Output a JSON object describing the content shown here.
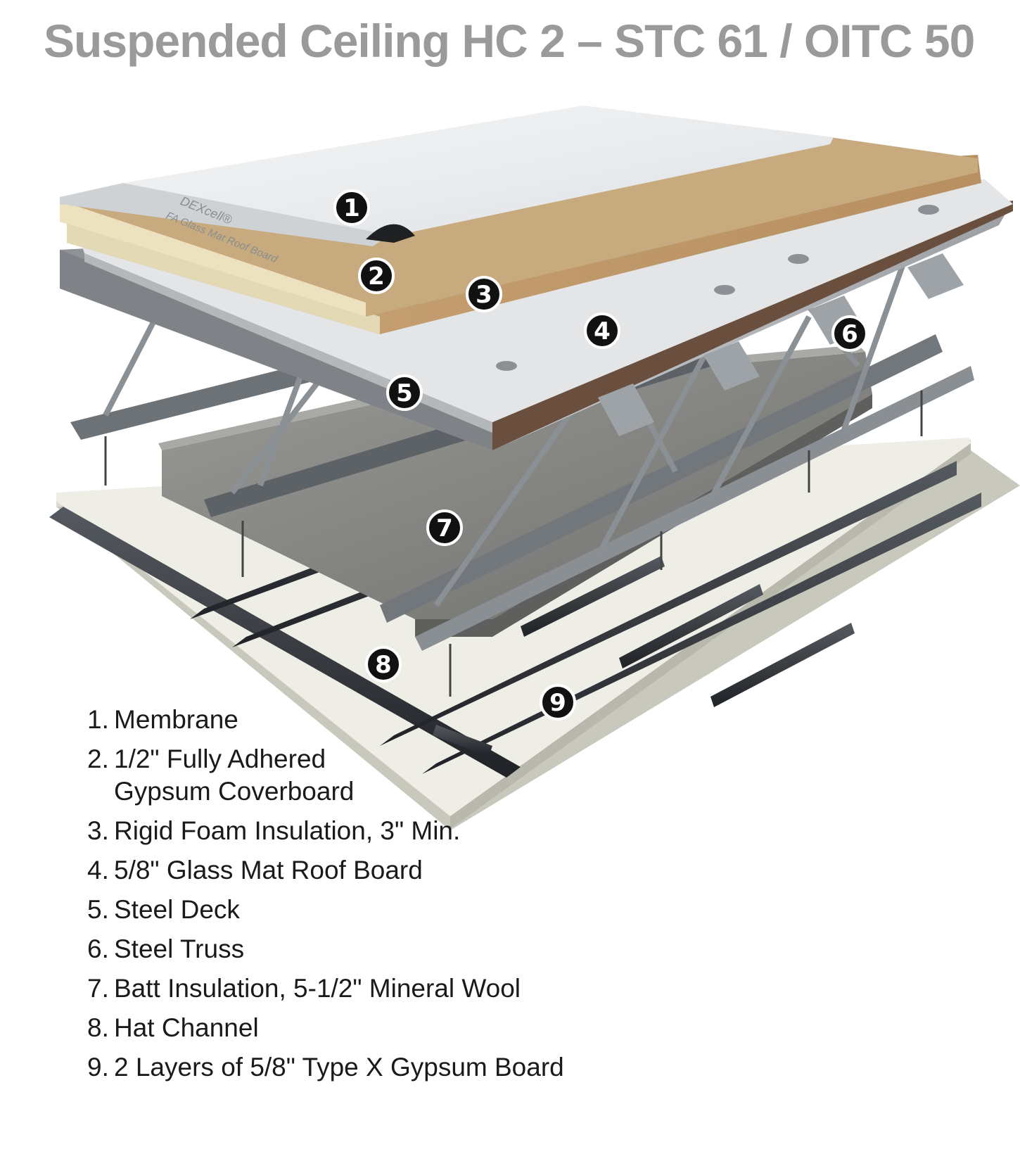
{
  "title": "Suspended Ceiling HC 2 – STC 61 / OITC 50",
  "colors": {
    "title": "#9a9a9a",
    "callout_fill": "#111111",
    "callout_ring": "#ffffff",
    "legend_text": "#1a1a1a"
  },
  "board_print": {
    "brand": "DEXcell®",
    "product": "FA Glass Mat Roof Board"
  },
  "callouts": [
    "1",
    "2",
    "3",
    "4",
    "5",
    "6",
    "7",
    "8",
    "9"
  ],
  "legend": [
    {
      "num": "1.",
      "lines": [
        "Membrane"
      ]
    },
    {
      "num": "2.",
      "lines": [
        "1/2\" Fully Adhered",
        "Gypsum Coverboard"
      ]
    },
    {
      "num": "3.",
      "lines": [
        "Rigid Foam Insulation, 3\" Min."
      ]
    },
    {
      "num": "4.",
      "lines": [
        "5/8\" Glass Mat Roof Board"
      ]
    },
    {
      "num": "5.",
      "lines": [
        "Steel Deck"
      ]
    },
    {
      "num": "6.",
      "lines": [
        "Steel Truss"
      ]
    },
    {
      "num": "7.",
      "lines": [
        "Batt Insulation, 5-1/2\" Mineral Wool"
      ]
    },
    {
      "num": "8.",
      "lines": [
        "Hat Channel"
      ]
    },
    {
      "num": "9.",
      "lines": [
        "2 Layers of 5/8\" Type X Gypsum Board"
      ]
    }
  ]
}
